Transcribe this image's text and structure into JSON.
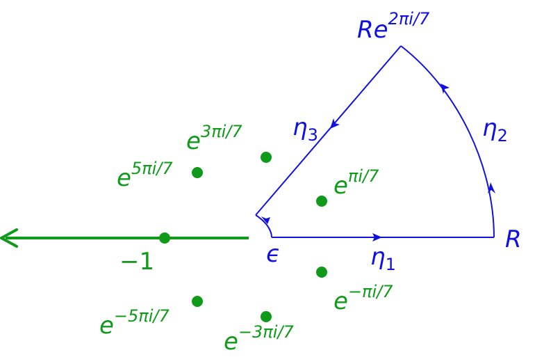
{
  "colors": {
    "contour": "#1010e0",
    "points": "#0f9a1a",
    "background": "#ffffff"
  },
  "contour_labels": {
    "R": "R",
    "R_exp_base": "R",
    "R_exp_e": "e",
    "R_exp_power": "2πi/7",
    "epsilon": "ϵ",
    "eta": "η",
    "eta1_sub": "1",
    "eta2_sub": "2",
    "eta3_sub": "3"
  },
  "points": [
    {
      "id": "p1",
      "base": "e",
      "power": "πi/7"
    },
    {
      "id": "p2",
      "base": "e",
      "power": "−πi/7"
    },
    {
      "id": "p3",
      "base": "e",
      "power": "3πi/7"
    },
    {
      "id": "p4",
      "base": "e",
      "power": "−3πi/7"
    },
    {
      "id": "p5",
      "base": "e",
      "power": "5πi/7"
    },
    {
      "id": "p6",
      "base": "e",
      "power": "−5πi/7"
    },
    {
      "id": "p7",
      "label": "−1"
    }
  ]
}
